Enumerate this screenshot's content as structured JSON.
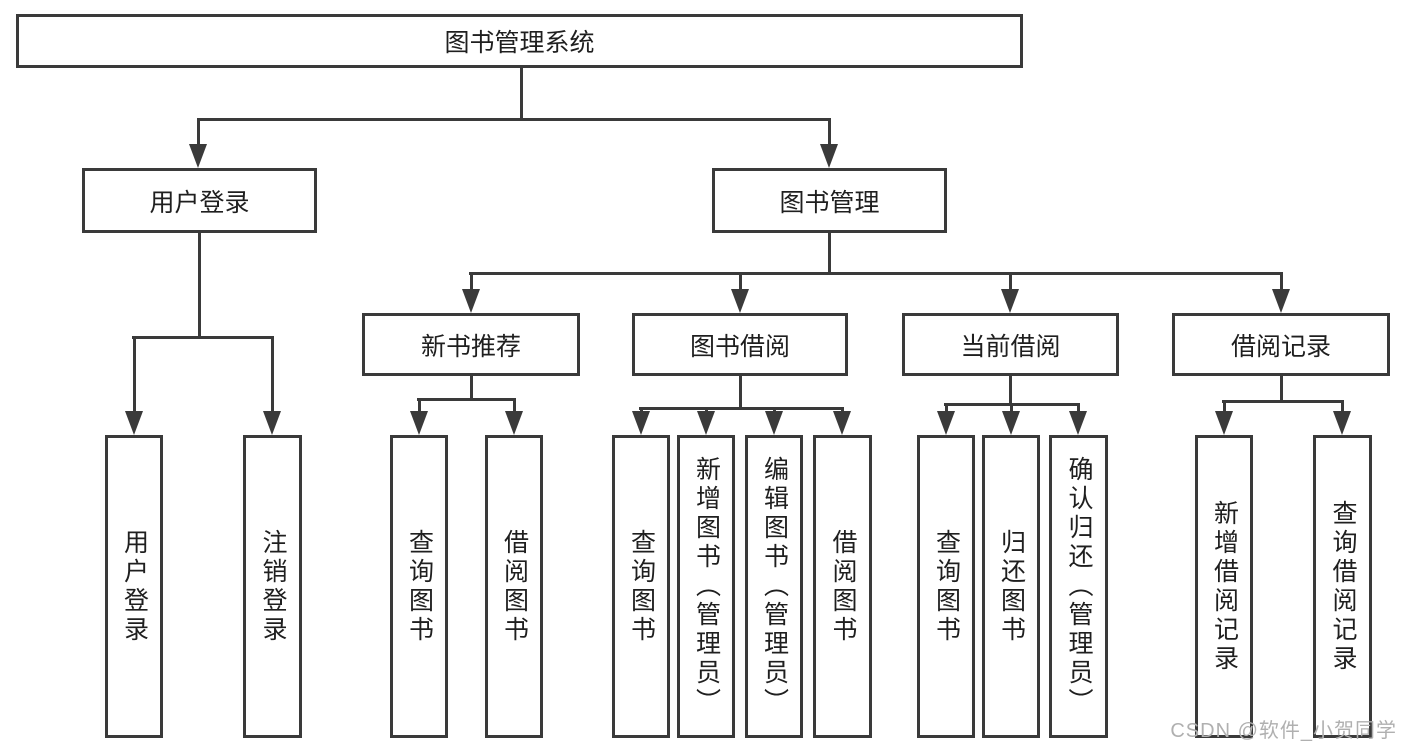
{
  "diagram": {
    "root": {
      "label": "图书管理系统"
    },
    "level2": [
      {
        "id": "user-login",
        "label": "用户登录"
      },
      {
        "id": "book-management",
        "label": "图书管理"
      }
    ],
    "level3": [
      {
        "id": "new-book-recommend",
        "label": "新书推荐"
      },
      {
        "id": "book-borrowing",
        "label": "图书借阅"
      },
      {
        "id": "current-borrowing",
        "label": "当前借阅"
      },
      {
        "id": "borrowing-records",
        "label": "借阅记录"
      }
    ],
    "leaves": {
      "user_login": [
        "用户登录",
        "注销登录"
      ],
      "new_book_recommend": [
        "查询图书",
        "借阅图书"
      ],
      "book_borrowing": [
        "查询图书",
        "新增图书（管理员）",
        "编辑图书（管理员）",
        "借阅图书"
      ],
      "current_borrowing": [
        "查询图书",
        "归还图书",
        "确认归还（管理员）"
      ],
      "borrowing_records": [
        "新增借阅记录",
        "查询借阅记录"
      ]
    }
  },
  "watermark": {
    "text": "CSDN @软件_小贺同学"
  },
  "colors": {
    "line": "#3a3a3a",
    "text": "#1f1f1f",
    "background": "#ffffff",
    "watermark": "#b0b0b0"
  }
}
